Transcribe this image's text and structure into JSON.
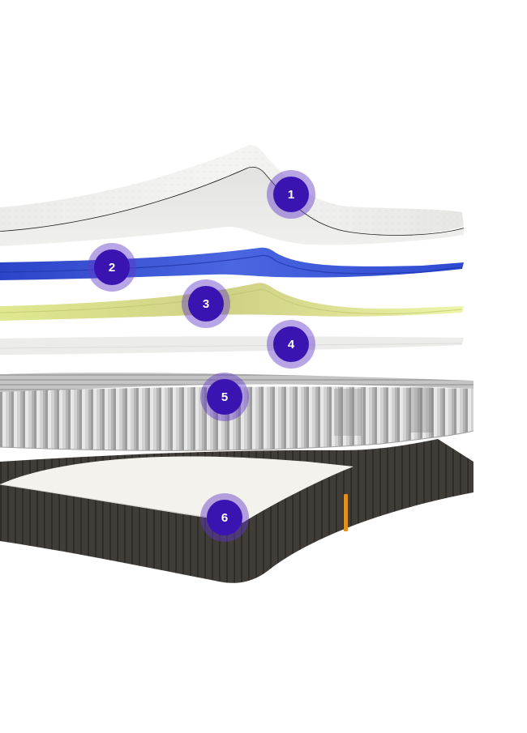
{
  "colors": {
    "marker_core": "#3a14b0",
    "marker_halo": "#6238c8",
    "layer_1_top_foam": "#f0f0ee",
    "layer_2_blue_foam": "#3b55d6",
    "layer_3_yellow_foam": "#e6ef9a",
    "layer_4_thin_foam": "#ececea",
    "layer_5_springs": "#c8c8c8",
    "layer_6_base": "#3d3a36",
    "base_tag": "#e0901e"
  },
  "layers": [
    {
      "marker": "1",
      "icon": "layer-1-top-foam"
    },
    {
      "marker": "2",
      "icon": "layer-2-blue-foam"
    },
    {
      "marker": "3",
      "icon": "layer-3-yellow-foam"
    },
    {
      "marker": "4",
      "icon": "layer-4-thin-foam"
    },
    {
      "marker": "5",
      "icon": "layer-5-pocket-springs"
    },
    {
      "marker": "6",
      "icon": "layer-6-base"
    }
  ]
}
